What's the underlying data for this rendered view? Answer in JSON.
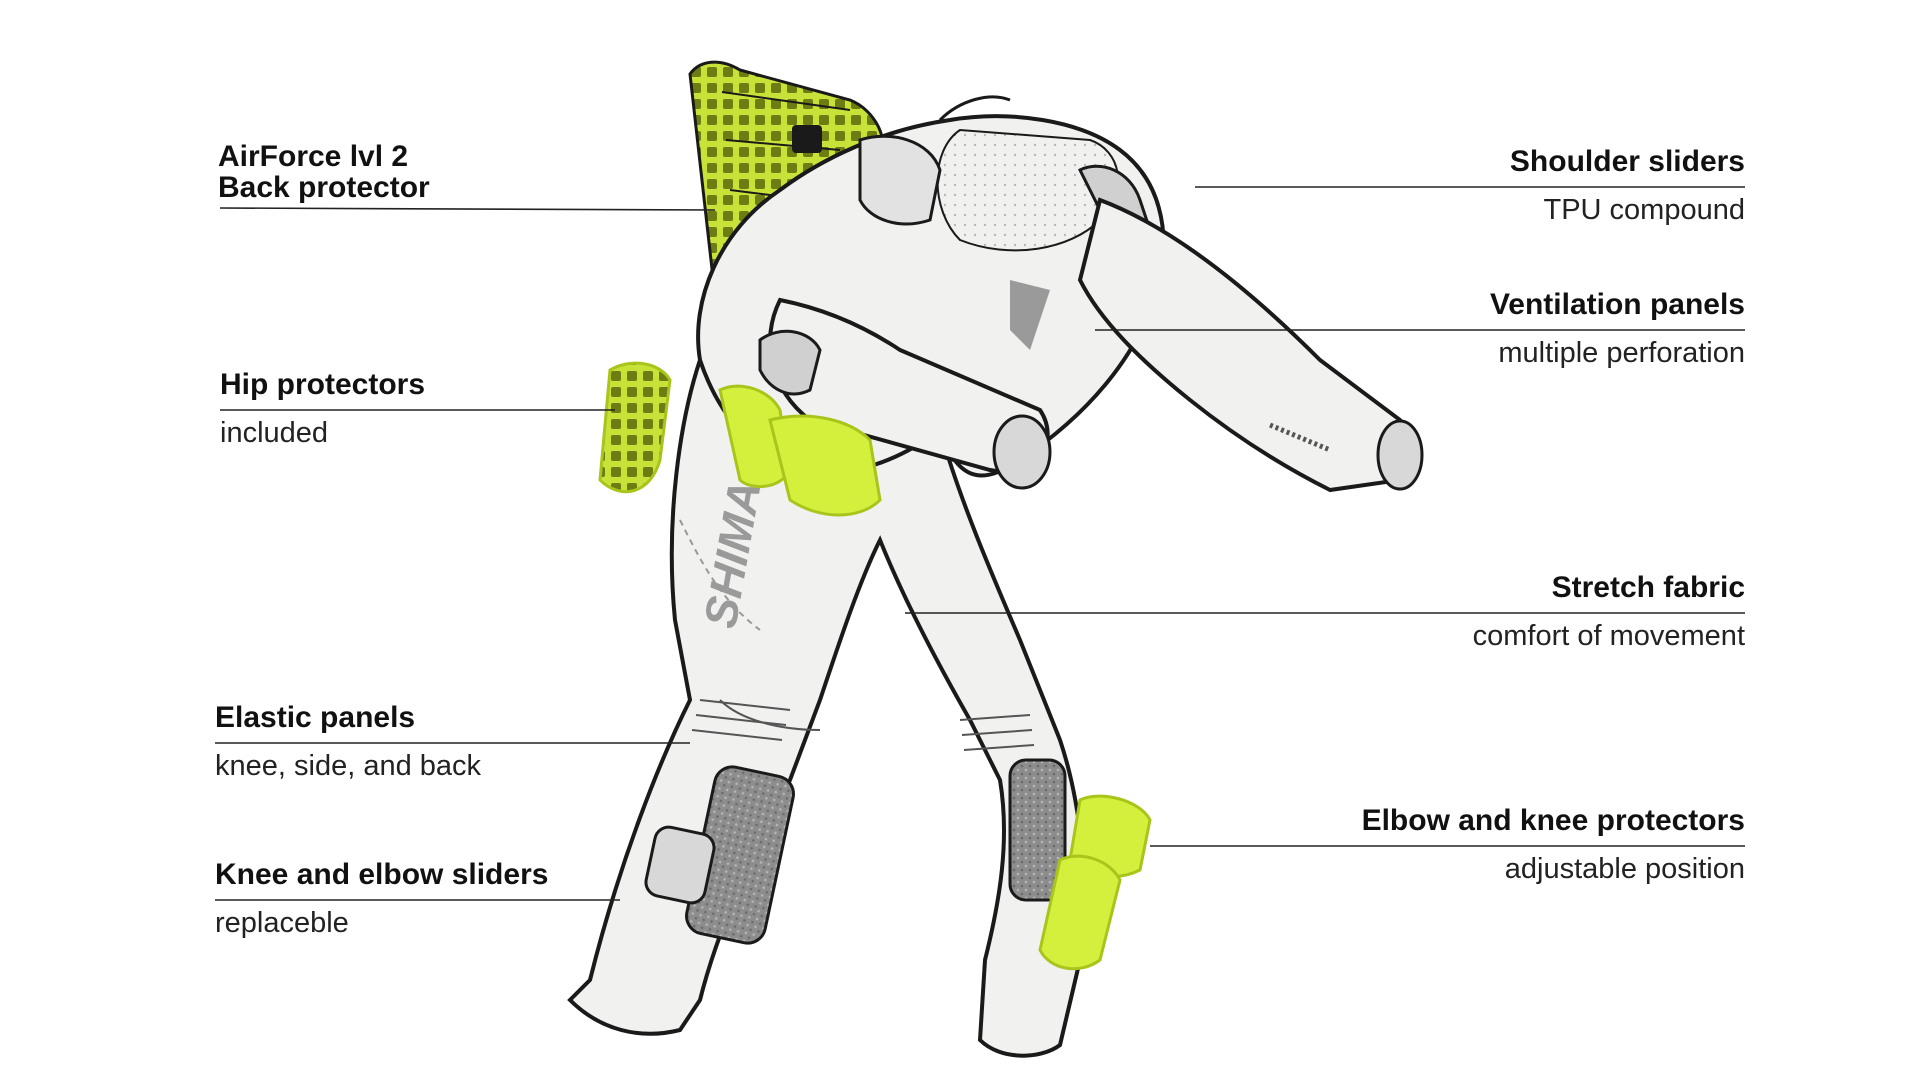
{
  "colors": {
    "accent": "#d4ef3c",
    "accent_dark": "#a9c51c",
    "outline": "#1a1a1a",
    "suit_fill": "#f1f1ef",
    "grey_panel": "#9a9a9a",
    "leader_line": "#222222"
  },
  "suit_brand_text": "SHIMA",
  "callouts": {
    "back_protector": {
      "title_line1": "AirForce lvl 2",
      "title_line2": "Back protector"
    },
    "hip_protectors": {
      "title": "Hip protectors",
      "sub": "included"
    },
    "elastic_panels": {
      "title": "Elastic panels",
      "sub": "knee, side, and back"
    },
    "knee_elbow_sliders": {
      "title": "Knee and elbow sliders",
      "sub": "replaceble"
    },
    "shoulder_sliders": {
      "title": "Shoulder sliders",
      "sub": "TPU compound"
    },
    "ventilation_panels": {
      "title": "Ventilation panels",
      "sub": "multiple perforation"
    },
    "stretch_fabric": {
      "title": "Stretch fabric",
      "sub": "comfort of movement"
    },
    "elbow_knee_protectors": {
      "title": "Elbow and knee protectors",
      "sub": "adjustable position"
    }
  }
}
